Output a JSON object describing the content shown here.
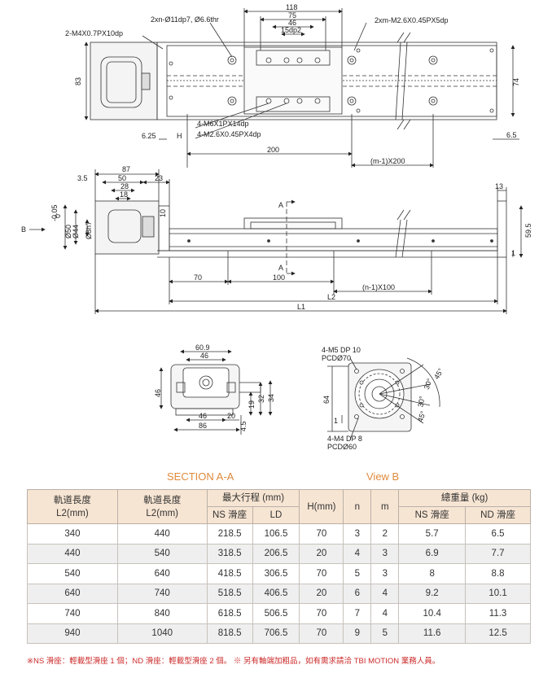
{
  "top_view": {
    "label_tap_left": "2-M4X0.7PX10dp",
    "label_holes": "2xn-Ø11dp7, Ø6.6thr",
    "label_tap_right": "2xm-M2.6X0.45PX5dp",
    "dim_118": "118",
    "dim_75": "75",
    "dim_46": "46",
    "dim_15dp2": "15dp2",
    "dim_83": "83",
    "dim_74": "74",
    "label_m6": "4-M6X1PX14dp",
    "label_m26": "4-M2.6X0.45PX4dp",
    "dim_625": "6.25",
    "dim_H": "H",
    "dim_65": "6.5",
    "dim_200": "200",
    "dim_m200": "(m-1)X200"
  },
  "side_view": {
    "dim_87": "87",
    "dim_35": "3.5",
    "dim_50": "50",
    "dim_23": "23",
    "dim_28": "28",
    "dim_18": "18",
    "dim_13": "13",
    "label_B": "B",
    "label_A_top": "A",
    "label_A_bottom": "A",
    "dim_d50": "Ø50",
    "dim_d50_tol_upper": "-0.05",
    "dim_d50_tol_lower": "0",
    "dim_d44": "Ø44",
    "dim_d8": "Ø8h7",
    "dim_10": "10",
    "dim_595": "59.5",
    "dim_1": "1",
    "dim_70": "70",
    "dim_100": "100",
    "dim_n100": "(n-1)X100",
    "dim_L2": "L2",
    "dim_L1": "L1"
  },
  "section_view": {
    "dim_609": "60.9",
    "dim_46": "46",
    "dim_46_left": "46",
    "dim_46_bottom": "46",
    "dim_86": "86",
    "dim_20": "20",
    "dim_45": "4.5",
    "dim_19": "19",
    "dim_32": "32",
    "dim_34": "34"
  },
  "end_view": {
    "label_m5": "4-M5 DP 10",
    "label_pcd70": "PCDØ70",
    "label_m4": "4-M4 DP 8",
    "label_pcd60": "PCDØ60",
    "dim_64": "64",
    "dim_1": "1",
    "angle_45a": "45°",
    "angle_30a": "30°",
    "angle_30b": "30°",
    "angle_45b": "45°"
  },
  "section_title": "SECTION A-A",
  "view_title": "View B",
  "table": {
    "h_l2": "軌道長度",
    "h_l2_unit": "L2(mm)",
    "h_l1": "軌道長度",
    "h_l1_unit": "L2(mm)",
    "h_stroke": "最大行程 (mm)",
    "h_ns": "NS 滑座",
    "h_ld": "LD",
    "h_H": "H(mm)",
    "h_n": "n",
    "h_m": "m",
    "h_weight": "總重量 (kg)",
    "h_w_ns": "NS 滑座",
    "h_w_nd": "ND 滑座",
    "rows": [
      [
        "340",
        "440",
        "218.5",
        "106.5",
        "70",
        "3",
        "2",
        "5.7",
        "6.5"
      ],
      [
        "440",
        "540",
        "318.5",
        "206.5",
        "20",
        "4",
        "3",
        "6.9",
        "7.7"
      ],
      [
        "540",
        "640",
        "418.5",
        "306.5",
        "70",
        "5",
        "3",
        "8",
        "8.8"
      ],
      [
        "640",
        "740",
        "518.5",
        "406.5",
        "20",
        "6",
        "4",
        "9.2",
        "10.1"
      ],
      [
        "740",
        "840",
        "618.5",
        "506.5",
        "70",
        "7",
        "4",
        "10.4",
        "11.3"
      ],
      [
        "940",
        "1040",
        "818.5",
        "706.5",
        "70",
        "9",
        "5",
        "11.6",
        "12.5"
      ]
    ]
  },
  "footnote": "※NS 滑座：輕載型滑座 1 個；ND 滑座：輕載型滑座 2 個。 ※ 另有軸端加粗品，如有需求請洽 TBI MOTION 業務人員。"
}
